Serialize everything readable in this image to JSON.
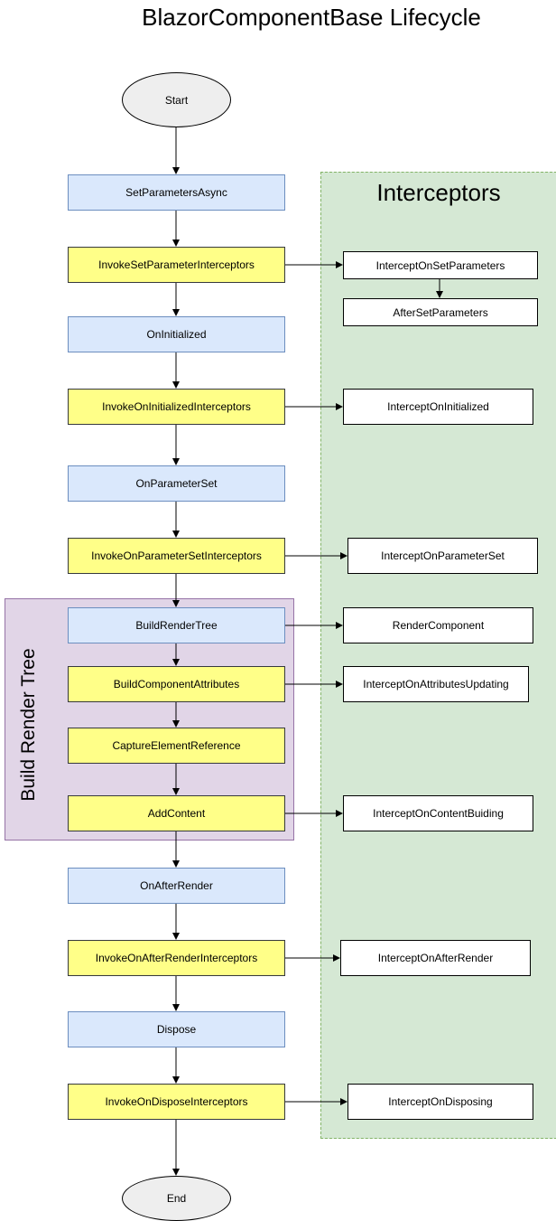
{
  "title": "BlazorComponentBase Lifecycle",
  "panels": {
    "interceptors_title": "Interceptors",
    "build_render_tree_title": "Build Render Tree"
  },
  "colors": {
    "lifecycle_fill": "#dae8fc",
    "lifecycle_stroke": "#6c8ebf",
    "interceptor_invoke_fill": "#ffff88",
    "interceptors_panel_fill": "#d5e8d4",
    "interceptors_panel_stroke": "#82b366",
    "build_panel_fill": "#e1d5e7",
    "build_panel_stroke": "#9673a6",
    "terminal_fill": "#eeeeee"
  },
  "nodes": {
    "start": "Start",
    "set_parameters_async": "SetParametersAsync",
    "invoke_set_parameter_interceptors": "InvokeSetParameterInterceptors",
    "on_initialized": "OnInitialized",
    "invoke_on_initialized_interceptors": "InvokeOnInitializedInterceptors",
    "on_parameter_set": "OnParameterSet",
    "invoke_on_parameter_set_interceptors": "InvokeOnParameterSetInterceptors",
    "build_render_tree": "BuildRenderTree",
    "build_component_attributes": "BuildComponentAttributes",
    "capture_element_reference": "CaptureElementReference",
    "add_content": "AddContent",
    "on_after_render": "OnAfterRender",
    "invoke_on_after_render_interceptors": "InvokeOnAfterRenderInterceptors",
    "dispose": "Dispose",
    "invoke_on_dispose_interceptors": "InvokeOnDisposeInterceptors",
    "end": "End",
    "intercept_on_set_parameters": "InterceptOnSetParameters",
    "after_set_parameters": "AfterSetParameters",
    "intercept_on_initialized": "InterceptOnInitialized",
    "intercept_on_parameter_set": "InterceptOnParameterSet",
    "render_component": "RenderComponent",
    "intercept_on_attributes_updating": "InterceptOnAttributesUpdating",
    "intercept_on_content_buiding": "InterceptOnContentBuiding",
    "intercept_on_after_render": "InterceptOnAfterRender",
    "intercept_on_disposing": "InterceptOnDisposing"
  }
}
